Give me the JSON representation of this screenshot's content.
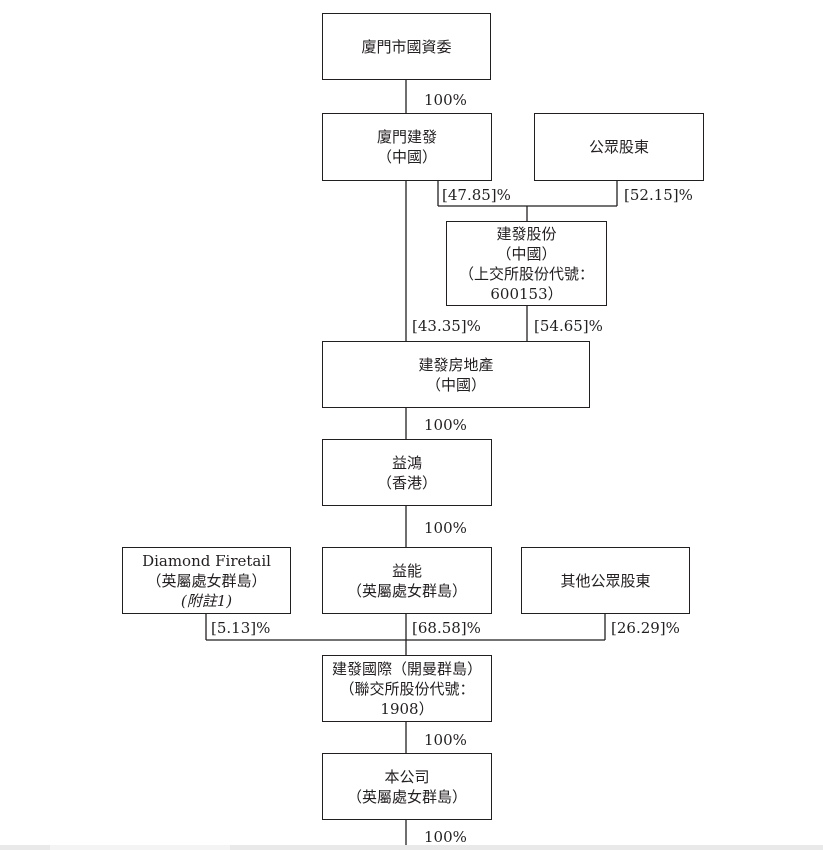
{
  "nodes": {
    "xiamen_sasac": "廈門市國資委",
    "xiamen_cd": {
      "line1": "廈門建發",
      "line2": "（中國）"
    },
    "public_shareholders": "公眾股東",
    "cd_shares": {
      "line1": "建發股份",
      "line2": "（中國）",
      "line3": "（上交所股份代號：",
      "line4": "600153）"
    },
    "cd_real_estate": {
      "line1": "建發房地產",
      "line2": "（中國）"
    },
    "yihong": {
      "line1": "益鴻",
      "line2": "（香港）"
    },
    "diamond_firetail": {
      "line1": "Diamond Firetail",
      "line2": "（英屬處女群島）",
      "line3": "(附註1)"
    },
    "yineng": {
      "line1": "益能",
      "line2": "（英屬處女群島）"
    },
    "other_public": "其他公眾股東",
    "cd_international": {
      "line1": "建發國際（開曼群島）",
      "line2": "（聯交所股份代號：",
      "line3": "1908）"
    },
    "company": {
      "line1": "本公司",
      "line2": "（英屬處女群島）"
    }
  },
  "percentages": {
    "sasac_to_cd": "100%",
    "cd_to_shares": "[47.85]%",
    "public_to_shares": "[52.15]%",
    "cd_to_real_estate": "[43.35]%",
    "shares_to_real_estate": "[54.65]%",
    "real_estate_to_yihong": "100%",
    "yihong_to_yineng": "100%",
    "diamond_to_intl": "[5.13]%",
    "yineng_to_intl": "[68.58]%",
    "other_to_intl": "[26.29]%",
    "intl_to_company": "100%",
    "company_below": "100%"
  }
}
